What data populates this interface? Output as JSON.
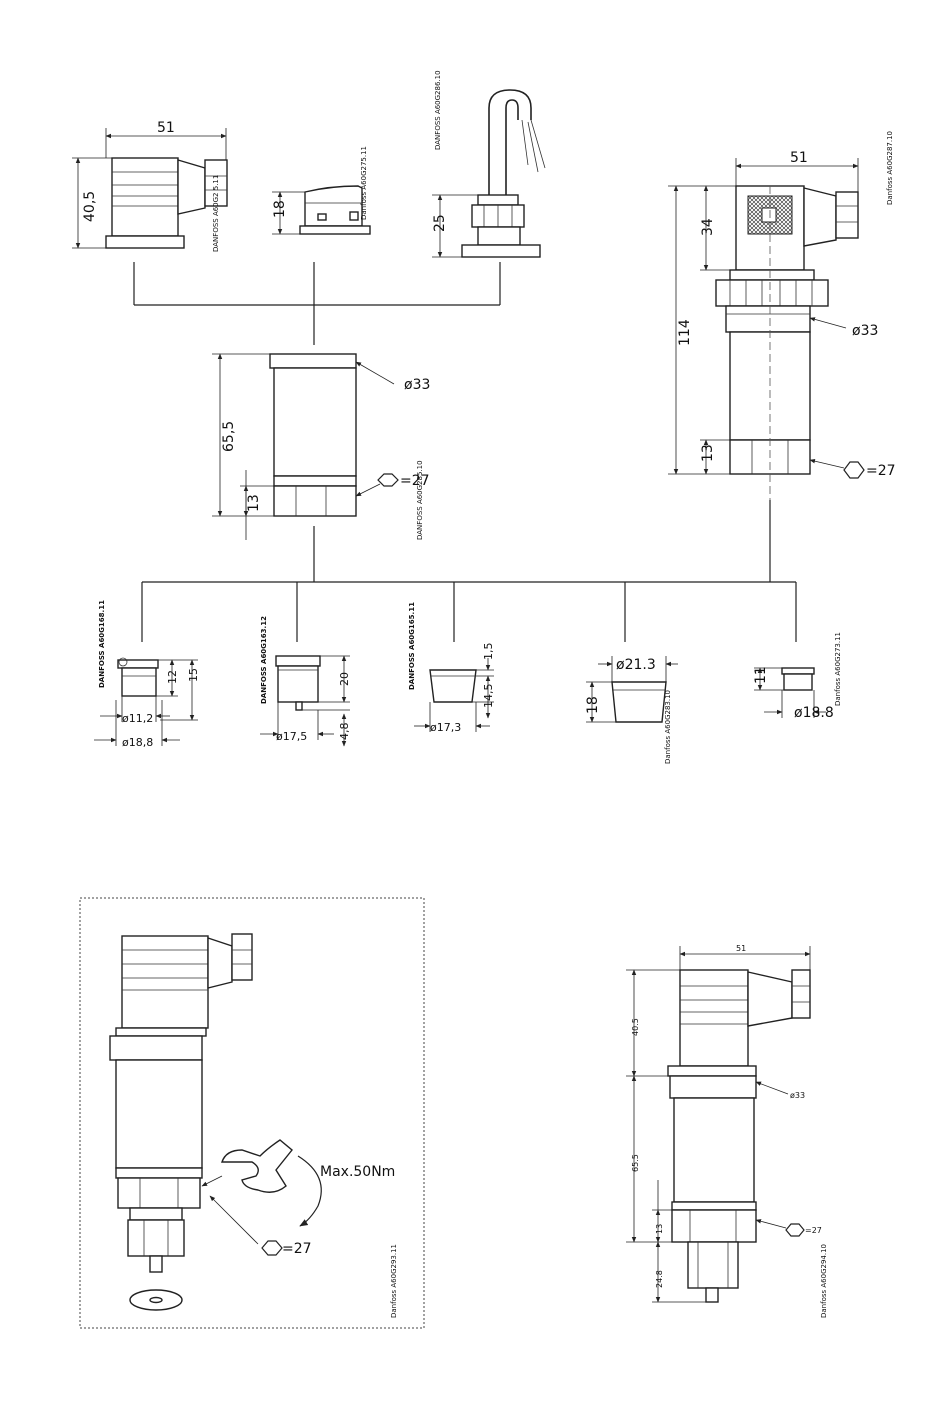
{
  "drawing": {
    "connector_a": {
      "width": "51",
      "height": "40,5",
      "code": "DANFOSS A60G2 5.11"
    },
    "connector_b": {
      "height": "18",
      "code": "Danfoss A60G275.11"
    },
    "connector_c": {
      "height": "25",
      "code": "DANFOSS A60G286.10"
    },
    "transmitter": {
      "height": "65,5",
      "hex_height": "13",
      "diameter": "ø33",
      "hex": "=27",
      "code": "DANFOSS A60G285.10"
    },
    "side_unit": {
      "width": "51",
      "height": "114",
      "connector_height": "34",
      "hex_height": "13",
      "diameter": "ø33",
      "hex": "=27",
      "code": "Danfoss A60G287.10"
    },
    "fitting_1": {
      "h1": "12",
      "h2": "15",
      "d1": "ø11,2",
      "d2": "ø18,8",
      "code": "DANFOSS A60G168.11"
    },
    "fitting_2": {
      "h1": "20",
      "h2": "4,8",
      "d1": "ø17,5",
      "code": "DANFOSS A60G163.12"
    },
    "fitting_3": {
      "h1": "1,5",
      "h2": "14,5",
      "d1": "ø17,3",
      "code": "DANFOSS A60G165.11"
    },
    "fitting_4": {
      "h1": "18",
      "d1": "ø21.3",
      "code": "Danfoss A60G283.10"
    },
    "fitting_5": {
      "h1": "11",
      "d1": "ø18.8",
      "code": "Danfoss A60G273.11"
    },
    "install": {
      "torque": "Max.50Nm",
      "hex": "=27",
      "code": "Danfoss A60G293.11"
    },
    "assembly": {
      "width": "51",
      "h_connector": "40.5",
      "h_body": "65.5",
      "h_hex": "13",
      "h_thread": "24.8",
      "diameter": "ø33",
      "hex": "=27",
      "code": "Danfoss A60G294.10"
    }
  }
}
